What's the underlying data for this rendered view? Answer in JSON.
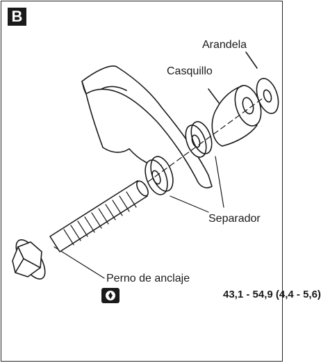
{
  "badge": "B",
  "labels": {
    "arandela": "Arandela",
    "casquillo": "Casquillo",
    "separador": "Separador",
    "perno": "Perno de anclaje"
  },
  "torque": {
    "icon": "torque-wrench-icon",
    "value": "43,1 - 54,9 (4,4 - 5,6)"
  }
}
